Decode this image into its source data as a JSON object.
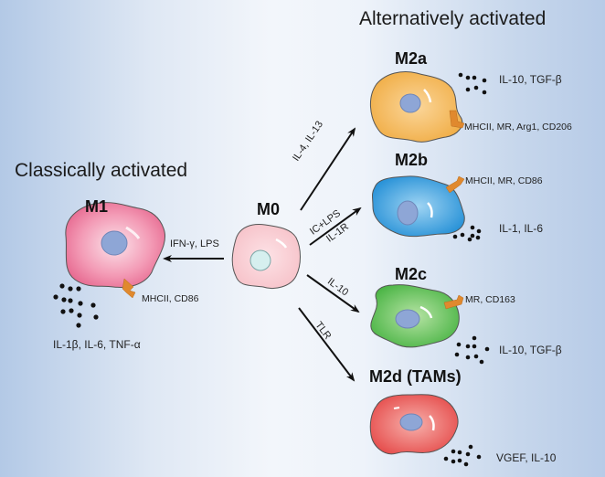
{
  "headings": {
    "alternative": "Alternatively activated",
    "classical": "Classically activated"
  },
  "cells": {
    "m0": {
      "label": "M0",
      "color": "#f7c6cc",
      "nucleus_color": "#d6efef"
    },
    "m1": {
      "label": "M1",
      "color": "#e86a92",
      "markers": "MHCII, CD86",
      "cytokines": "IL-1β, IL-6, TNF-α"
    },
    "m2a": {
      "label": "M2a",
      "color": "#f2b24a",
      "markers": "MHCII, MR, Arg1, CD206",
      "cytokines": "IL-10, TGF-β"
    },
    "m2b": {
      "label": "M2b",
      "color": "#2b95d8",
      "markers": "MHCII, MR, CD86",
      "cytokines": "IL-1, IL-6"
    },
    "m2c": {
      "label": "M2c",
      "color": "#4fb84a",
      "markers": "MR, CD163",
      "cytokines": "IL-10, TGF-β"
    },
    "m2d": {
      "label": "M2d (TAMs)",
      "color": "#e8504f",
      "cytokines": "VGEF, IL-10"
    }
  },
  "stimuli": {
    "to_m1": "IFN-γ, LPS",
    "to_m2a": "IL-4, IL-13",
    "to_m2b_line1": "IC+LPS",
    "to_m2b_line2": "IL-1R",
    "to_m2c": "IL-10",
    "to_m2d": "TLR"
  },
  "colors": {
    "receptor": "#e0892e",
    "nucleus": "#8ea6d6",
    "arrow": "#111111"
  }
}
